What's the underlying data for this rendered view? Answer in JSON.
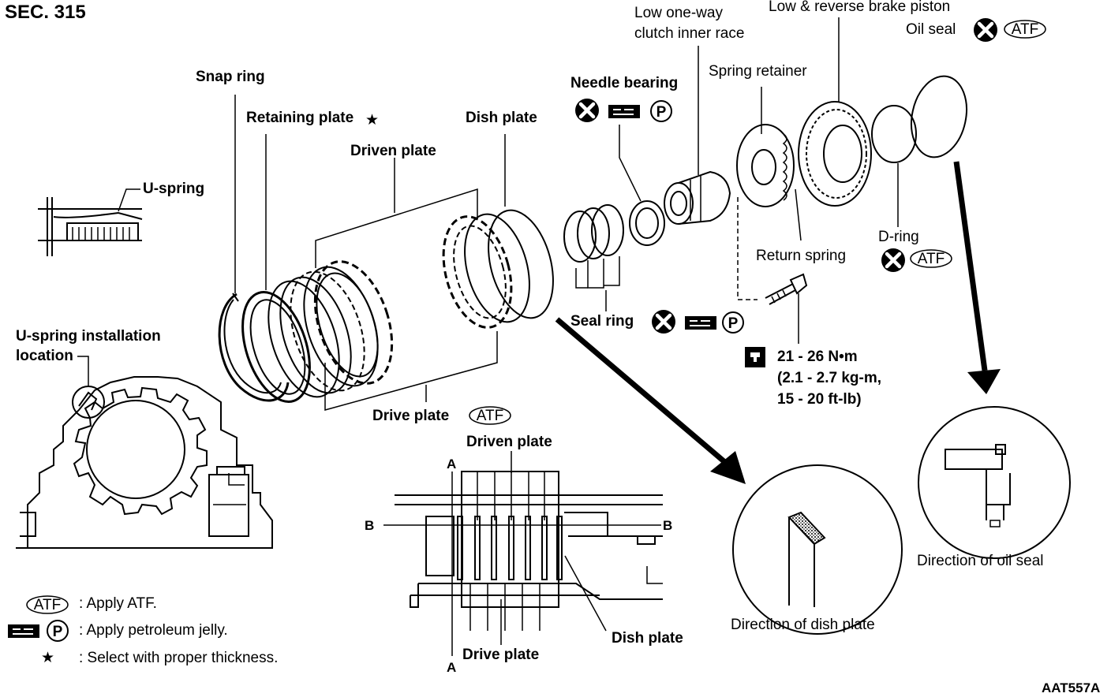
{
  "section": "SEC. 315",
  "figure_id": "AAT557A",
  "parts": {
    "snap_ring": "Snap ring",
    "retaining_plate": "Retaining plate",
    "driven_plate": "Driven plate",
    "dish_plate": "Dish plate",
    "drive_plate": "Drive plate",
    "needle_bearing": "Needle bearing",
    "low_one_way_1": "Low one-way",
    "low_one_way_2": "clutch inner race",
    "spring_retainer": "Spring retainer",
    "piston": "Low & reverse brake piston",
    "oil_seal": "Oil seal",
    "d_ring": "D-ring",
    "return_spring": "Return spring",
    "seal_ring": "Seal ring",
    "u_spring": "U-spring",
    "u_spring_loc_1": "U-spring installation",
    "u_spring_loc_2": "location"
  },
  "torque": {
    "line1": "21 - 26 N•m",
    "line2": "(2.1 - 2.7 kg-m,",
    "line3": "15 - 20 ft-lb)"
  },
  "section_view": {
    "driven": "Driven plate",
    "drive": "Drive plate",
    "dish": "Dish plate",
    "a": "A",
    "b": "B"
  },
  "details": {
    "dish_dir": "Direction of dish plate",
    "oil_dir": "Direction of oil seal"
  },
  "legend": {
    "atf_badge": "ATF",
    "atf_text": ": Apply ATF.",
    "jelly_text": ": Apply petroleum jelly.",
    "star_text": ": Select with proper thickness."
  },
  "symbols": {
    "star": "★",
    "p": "P"
  },
  "icons": [
    "replace-x-icon",
    "petroleum-jelly-icon",
    "p-circle-icon",
    "atf-badge-icon",
    "torque-wrench-icon",
    "star-icon"
  ]
}
